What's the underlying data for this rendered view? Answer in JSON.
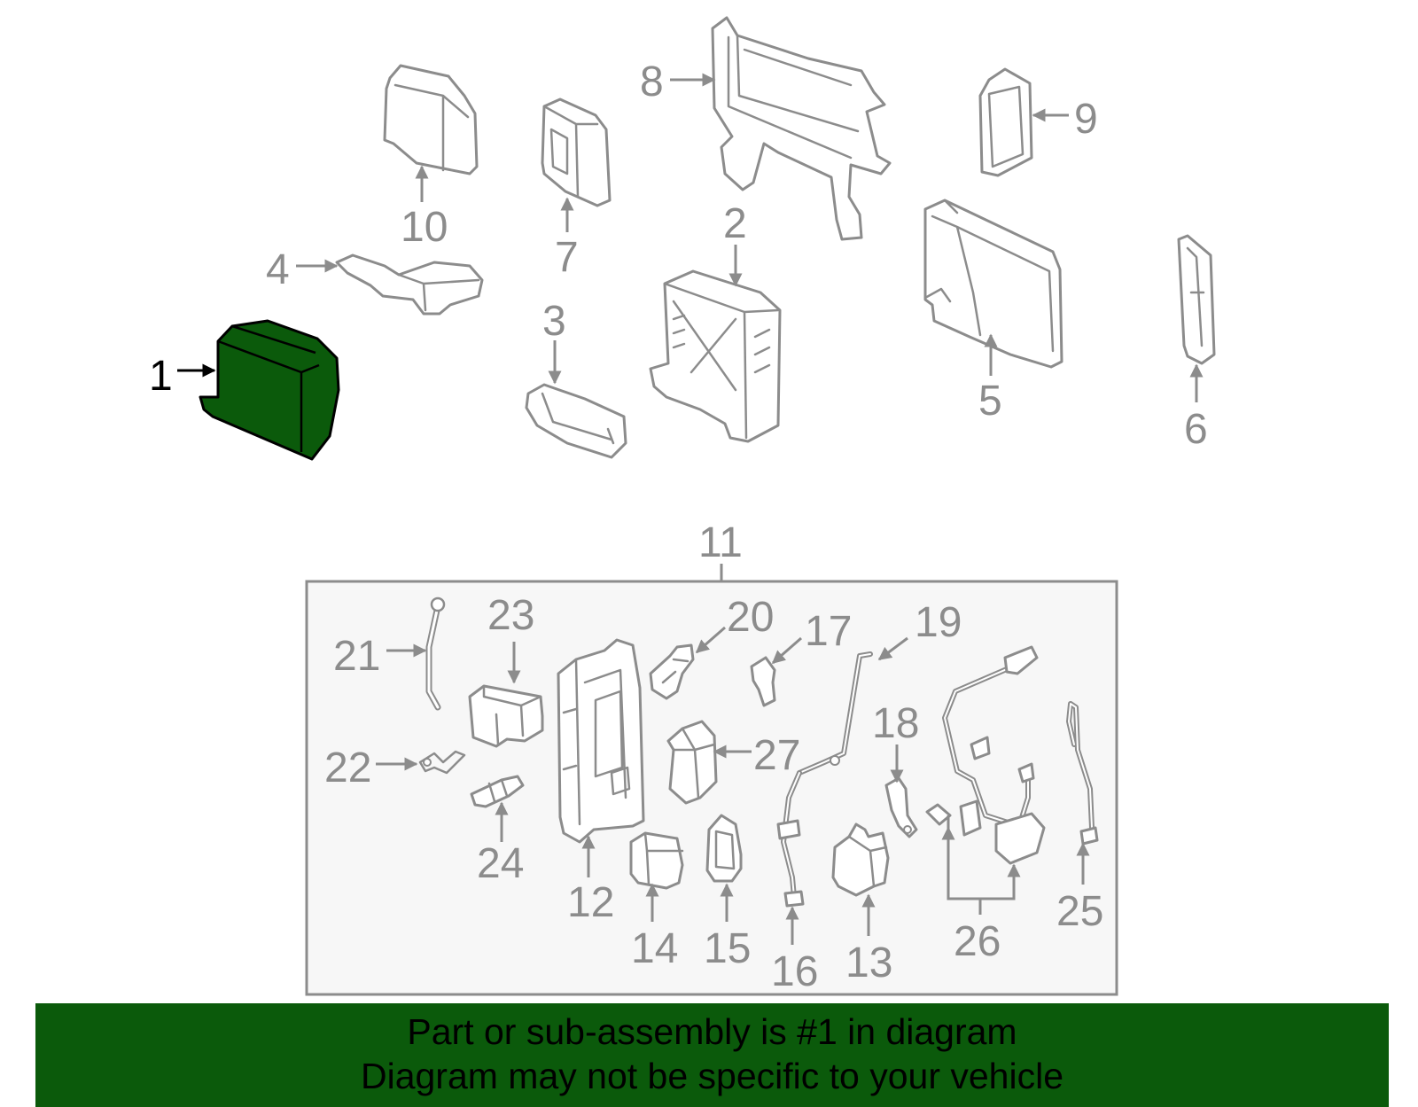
{
  "diagram": {
    "highlighted_part": "1",
    "highlight_color": "#0b5a0b",
    "line_color": "#8c8c8c",
    "callouts": {
      "c1": "1",
      "c2": "2",
      "c3": "3",
      "c4": "4",
      "c5": "5",
      "c6": "6",
      "c7": "7",
      "c8": "8",
      "c9": "9",
      "c10": "10",
      "c11": "11",
      "c12": "12",
      "c13": "13",
      "c14": "14",
      "c15": "15",
      "c16": "16",
      "c17": "17",
      "c18": "18",
      "c19": "19",
      "c20": "20",
      "c21": "21",
      "c22": "22",
      "c23": "23",
      "c24": "24",
      "c25": "25",
      "c26": "26",
      "c27": "27"
    }
  },
  "banner": {
    "line1": "Part or sub-assembly is #1 in diagram",
    "line2": "Diagram may not be specific to your vehicle",
    "background": "#0b5a0b"
  }
}
